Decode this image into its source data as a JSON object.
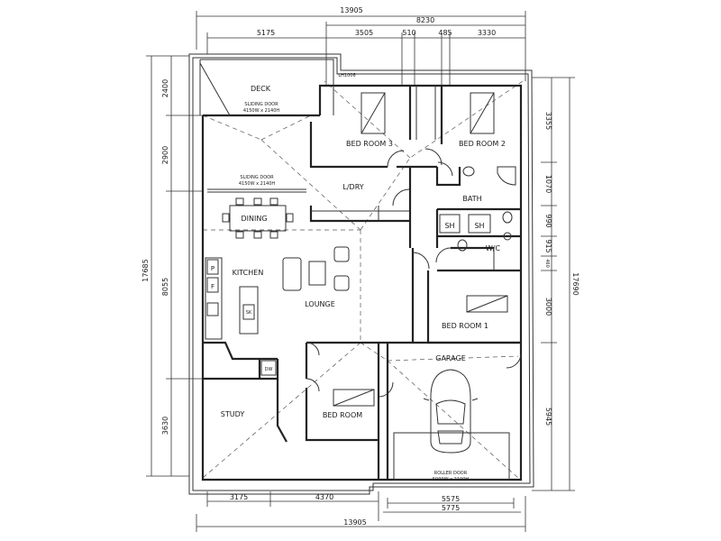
{
  "dimensions": {
    "top_overall": "13905",
    "top_right": "8230",
    "top_left": "5175",
    "top_seg_1": "3505",
    "top_seg_2": "510",
    "top_seg_3": "485",
    "top_seg_4": "3330",
    "left_overall": "17685",
    "left_1": "2400",
    "left_2": "2900",
    "left_3": "8055",
    "left_4": "3630",
    "right_overall": "17690",
    "right_1": "3355",
    "right_2": "1070",
    "right_3": "990",
    "right_4": "915",
    "right_5": "460",
    "right_6": "3000",
    "right_7": "5945",
    "bottom_1": "3175",
    "bottom_2": "4370",
    "bottom_3": "5575",
    "bottom_4": "5775",
    "bottom_overall": "13905"
  },
  "rooms": {
    "deck": "DECK",
    "bed3": "BED ROOM 3",
    "bed2": "BED ROOM 2",
    "ldry": "L/DRY",
    "bath": "BATH",
    "sh1": "SH",
    "sh2": "SH",
    "wc": "W/C",
    "dining": "DINING",
    "kitchen": "KITCHEN",
    "lounge": "LOUNGE",
    "bed1": "BED ROOM 1",
    "garage": "GARAGE",
    "study": "STUDY",
    "bedroom": "BED ROOM"
  },
  "labels": {
    "sliding_door_1": "SLIDING DOOR",
    "sliding_door_1_size": "4150W x 2140H",
    "sliding_door_2": "SLIDING DOOR",
    "sliding_door_2_size": "4150W x 2140H",
    "roller_door": "ROLLER DOOR",
    "roller_door_size": "5000W x 2100H",
    "lintel": "LH1006",
    "fridge": "F",
    "pantry": "P",
    "sink": "SK",
    "dishwasher": "DW"
  }
}
